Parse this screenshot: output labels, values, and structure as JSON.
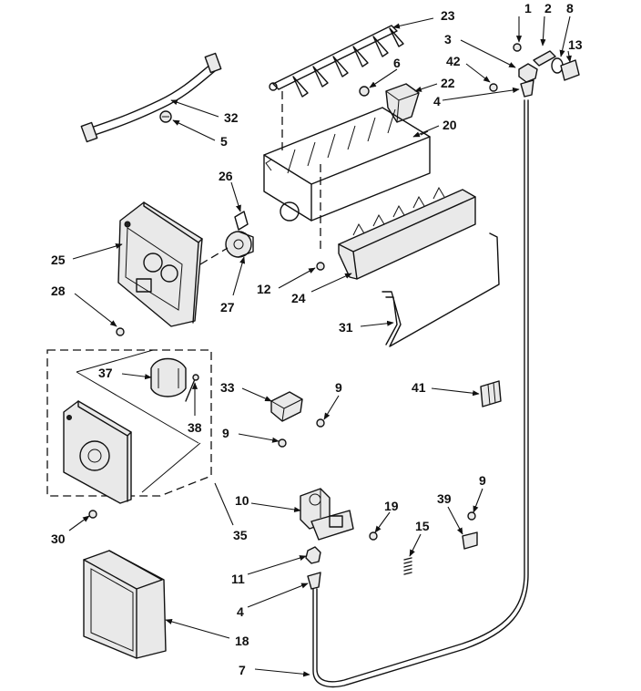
{
  "callouts": [
    {
      "id": "c1",
      "text": "1"
    },
    {
      "id": "c2",
      "text": "2"
    },
    {
      "id": "c8",
      "text": "8"
    },
    {
      "id": "c23",
      "text": "23"
    },
    {
      "id": "c3",
      "text": "3"
    },
    {
      "id": "c13",
      "text": "13"
    },
    {
      "id": "c6",
      "text": "6"
    },
    {
      "id": "c42",
      "text": "42"
    },
    {
      "id": "c22",
      "text": "22"
    },
    {
      "id": "c4a",
      "text": "4"
    },
    {
      "id": "c32",
      "text": "32"
    },
    {
      "id": "c20",
      "text": "20"
    },
    {
      "id": "c5",
      "text": "5"
    },
    {
      "id": "c26",
      "text": "26"
    },
    {
      "id": "c25",
      "text": "25"
    },
    {
      "id": "c28",
      "text": "28"
    },
    {
      "id": "c12",
      "text": "12"
    },
    {
      "id": "c27",
      "text": "27"
    },
    {
      "id": "c24",
      "text": "24"
    },
    {
      "id": "c31",
      "text": "31"
    },
    {
      "id": "c37",
      "text": "37"
    },
    {
      "id": "c33",
      "text": "33"
    },
    {
      "id": "c9a",
      "text": "9"
    },
    {
      "id": "c41",
      "text": "41"
    },
    {
      "id": "c38",
      "text": "38"
    },
    {
      "id": "c9b",
      "text": "9"
    },
    {
      "id": "c9c",
      "text": "9"
    },
    {
      "id": "c10",
      "text": "10"
    },
    {
      "id": "c39",
      "text": "39"
    },
    {
      "id": "c19",
      "text": "19"
    },
    {
      "id": "c35",
      "text": "35"
    },
    {
      "id": "c30",
      "text": "30"
    },
    {
      "id": "c15",
      "text": "15"
    },
    {
      "id": "c11",
      "text": "11"
    },
    {
      "id": "c4b",
      "text": "4"
    },
    {
      "id": "c18",
      "text": "18"
    },
    {
      "id": "c7",
      "text": "7"
    }
  ]
}
